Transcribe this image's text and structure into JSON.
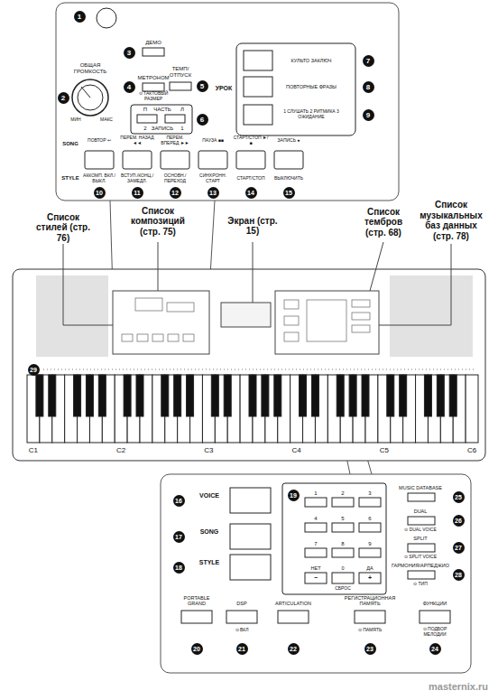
{
  "diagram": {
    "labels": [
      "1",
      "ОБЩАЯ ГРОМКОСТЬ",
      "2",
      "МИН",
      "МАКС",
      "ДЕМО",
      "3",
      "МЕТРОНОМ",
      "⊙ ТАКТОВЫЙ РАЗМЕР",
      "4",
      "ТЕМП/ ОТПУСК",
      "5",
      "П",
      "ЧАСТЬ",
      "Л",
      "2",
      "ЗАПИСЬ",
      "1",
      "6",
      "УРОК",
      "КУЛЬТО ЗАКЛЮЧ",
      "ПОВТОРНЫЕ ФРАЗЫ",
      "1 СЛУШАТЬ 2 РИТМИКА 3 ОЖИДАНИЕ",
      "7",
      "8",
      "9",
      "SONG",
      "STYLE",
      "ПОВТОР ↩",
      "ПЕРЕМ. НАЗАД ◄◄",
      "ПЕРЕМ. ВПЕРЕД ►►",
      "ПАУЗА ■■",
      "СТАРТ/СТОП ►/■",
      "ЗАПИСЬ ●",
      "АККОМП. ВКЛ./ВЫКЛ.",
      "ВСТУП./КОНЦ./ ЗАМЕДЛ.",
      "ОСНОВН./ ПЕРЕХОД",
      "СИНХРОНН. СТАРТ",
      "СТАРТ/СТОП",
      "ВЫКЛЮЧИТЬ",
      "10",
      "11",
      "12",
      "13",
      "14",
      "15",
      "Список стилей (стр. 76)",
      "Список композиций (стр. 75)",
      "Экран (стр. 15)",
      "Список тембров (стр. 68)",
      "Список музыкальных баз данных (стр. 78)",
      "29",
      "C1",
      "C2",
      "C3",
      "C4",
      "C5",
      "C6",
      "16",
      "VOICE",
      "17",
      "SONG",
      "18",
      "STYLE",
      "19",
      "1",
      "2",
      "3",
      "4",
      "5",
      "6",
      "7",
      "8",
      "9",
      "НЕТ",
      "0",
      "ДА",
      "−",
      "+",
      "СБРОС",
      "MUSIC DATABASE",
      "25",
      "DUAL",
      "⊙ DUAL VOICE",
      "26",
      "SPLIT",
      "⊙ SPLIT VOICE",
      "27",
      "ГАРМОНИЯ/АРПЕДЖИО",
      "⊙ ТИП",
      "28",
      "PORTABLE GRAND",
      "20",
      "DSP",
      "⊙ ВКЛ",
      "21",
      "ARTICULATION",
      "22",
      "РЕГИСТРАЦИОННАЯ ПАМЯТЬ",
      "⊙ ПАМЯТЬ",
      "23",
      "ФУНКЦИИ",
      "⊙ ПОДБОР МЕЛОДИИ",
      "24",
      "masternix.ru"
    ]
  }
}
